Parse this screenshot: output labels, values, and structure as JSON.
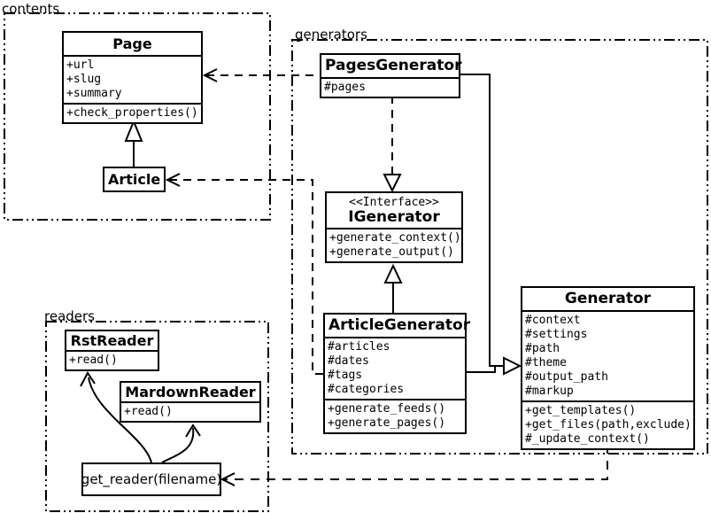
{
  "diagram_title": "UML class diagram",
  "colors": {
    "line": "#000000",
    "background": "#ffffff"
  },
  "packages": {
    "contents": {
      "label": "contents"
    },
    "generators": {
      "label": "generators"
    },
    "readers": {
      "label": "readers"
    }
  },
  "classes": {
    "page": {
      "title": "Page",
      "attributes": [
        "+url",
        "+slug",
        "+summary"
      ],
      "methods": [
        "+check_properties()"
      ]
    },
    "article": {
      "title": "Article"
    },
    "pages_generator": {
      "title": "PagesGenerator",
      "attributes": [
        "#pages"
      ]
    },
    "igenerator": {
      "stereotype": "<<Interface>>",
      "title": "IGenerator",
      "methods": [
        "+generate_context()",
        "+generate_output()"
      ]
    },
    "article_generator": {
      "title": "ArticleGenerator",
      "attributes": [
        "#articles",
        "#dates",
        "#tags",
        "#categories"
      ],
      "methods": [
        "+generate_feeds()",
        "+generate_pages()"
      ]
    },
    "generator": {
      "title": "Generator",
      "attributes": [
        "#context",
        "#settings",
        "#path",
        "#theme",
        "#output_path",
        "#markup"
      ],
      "methods": [
        "+get_templates()",
        "+get_files(path,exclude)",
        "#_update_context()"
      ]
    },
    "rst_reader": {
      "title": "RstReader",
      "methods": [
        "+read()"
      ]
    },
    "mardown_reader": {
      "title": "MardownReader",
      "methods": [
        "+read()"
      ]
    },
    "get_reader": {
      "label": "get_reader(filename)"
    }
  }
}
